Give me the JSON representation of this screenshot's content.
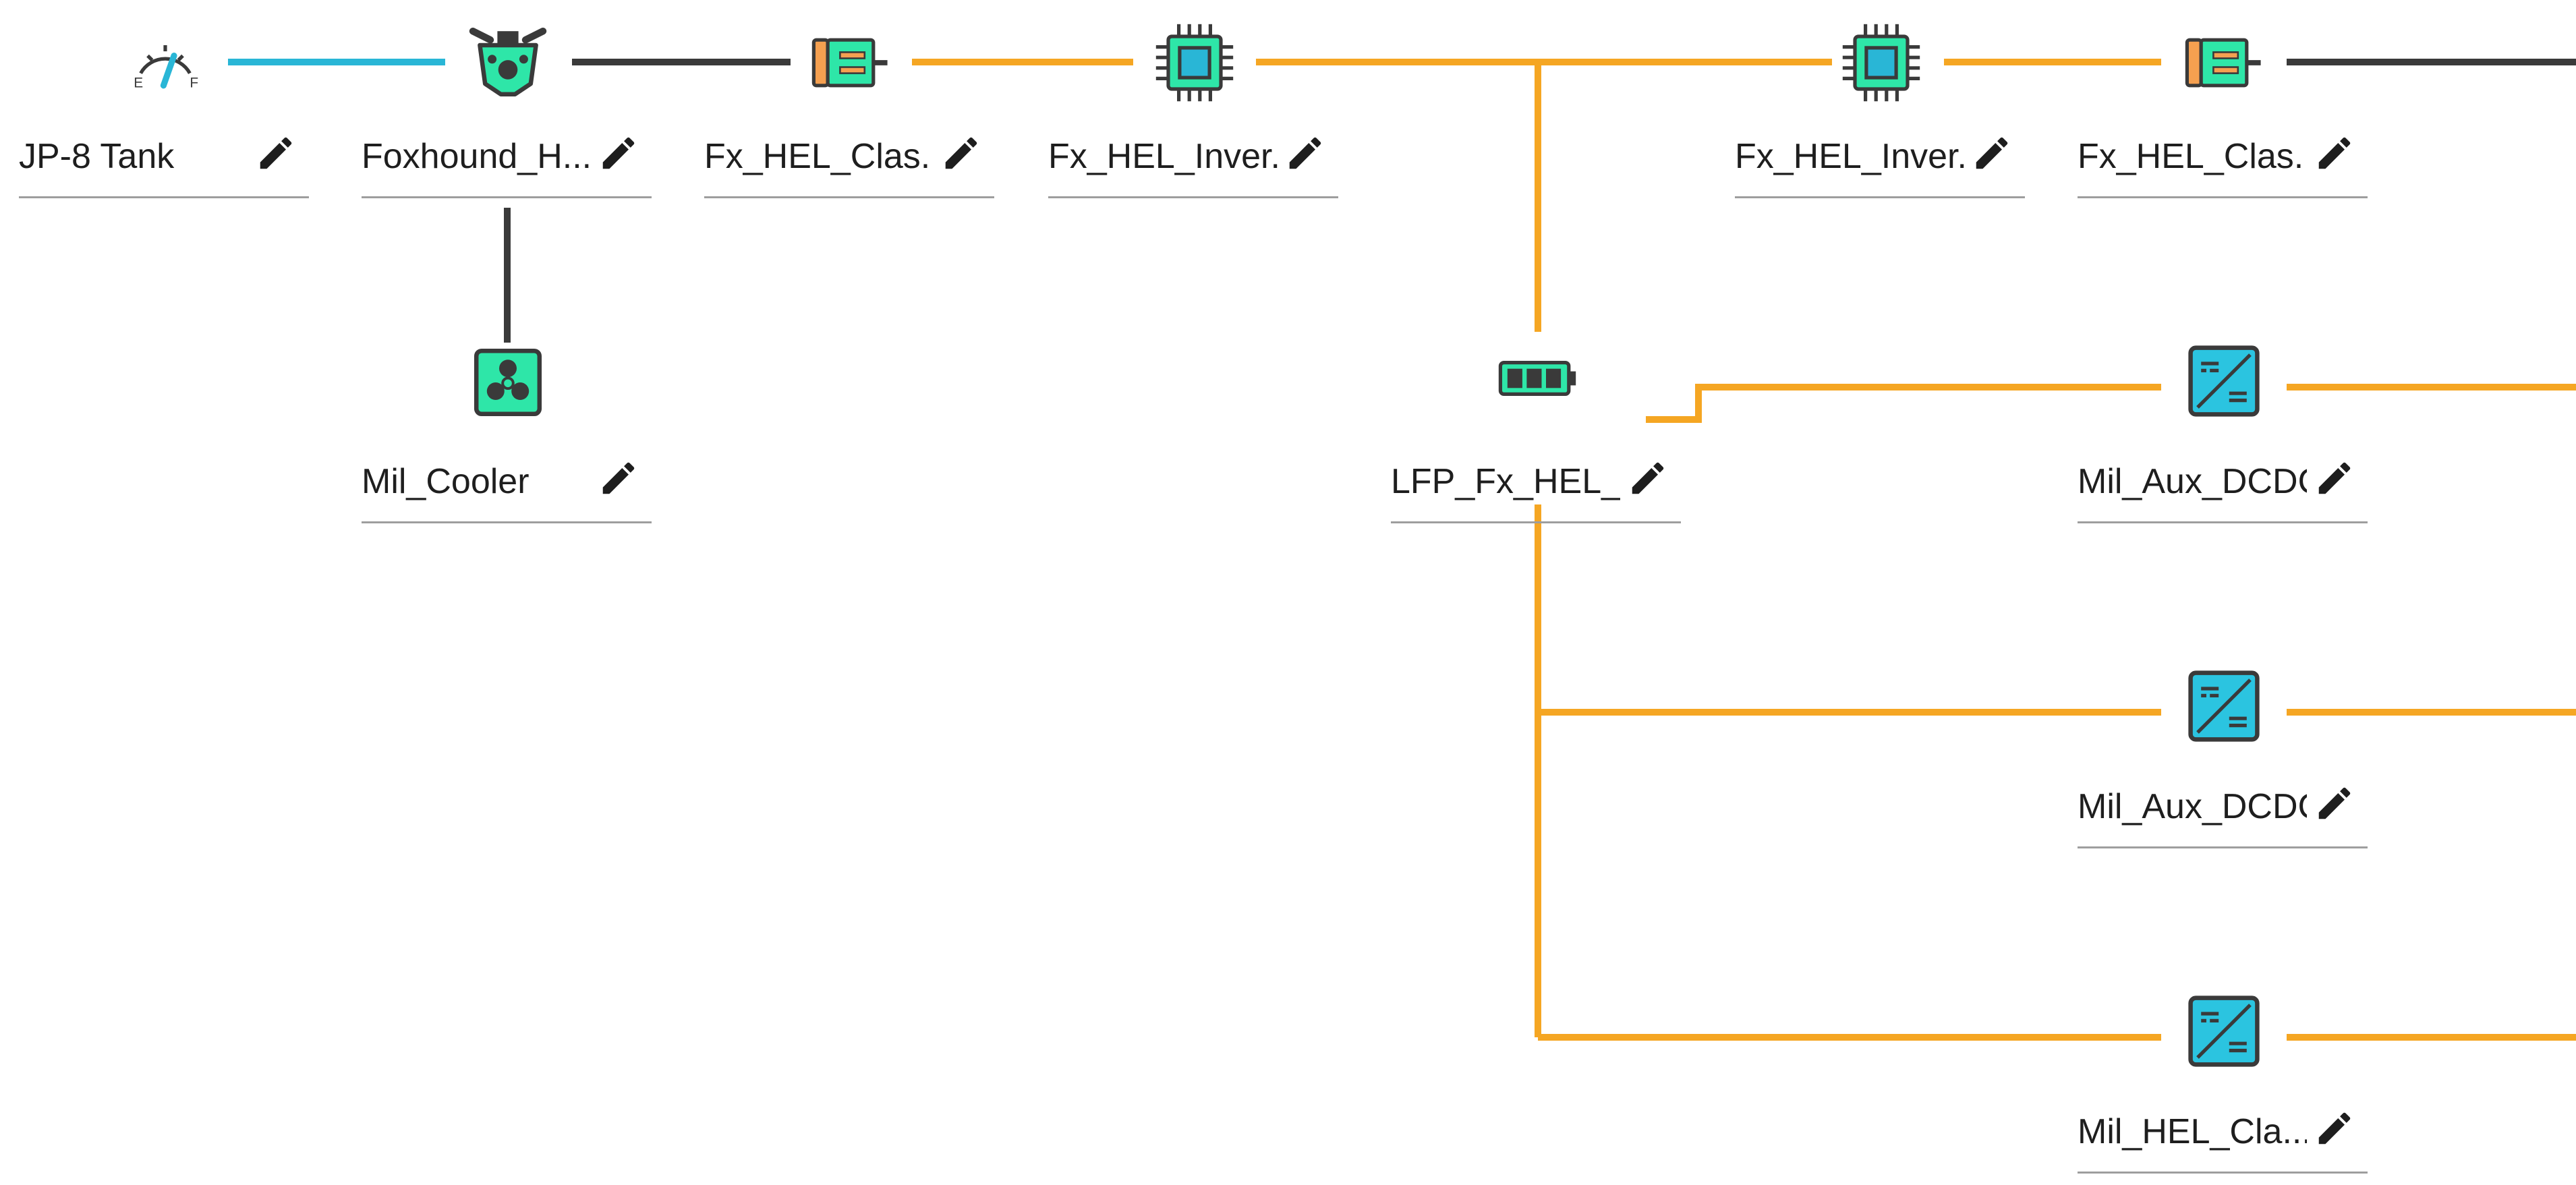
{
  "colors": {
    "fuel_link": "#29b6d6",
    "mechanical_link": "#3a3a3a",
    "electrical_link": "#f5a623",
    "component_fill": "#2ee6a8",
    "chip_core": "#29b6d6",
    "converter_fill": "#2bc4e0",
    "motor_orange": "#f5a050"
  },
  "nodes": [
    {
      "id": "tank",
      "label": "JP-8 Tank",
      "icon": "fuel-gauge-icon"
    },
    {
      "id": "engine",
      "label": "Foxhound_H...",
      "icon": "engine-icon"
    },
    {
      "id": "motor1",
      "label": "Fx_HEL_Clas...",
      "icon": "motor-icon"
    },
    {
      "id": "inverter1",
      "label": "Fx_HEL_Inver...",
      "icon": "inverter-chip-icon"
    },
    {
      "id": "inverter2",
      "label": "Fx_HEL_Inver...",
      "icon": "inverter-chip-icon"
    },
    {
      "id": "motor2",
      "label": "Fx_HEL_Clas...",
      "icon": "motor-icon"
    },
    {
      "id": "cooler",
      "label": "Mil_Cooler",
      "icon": "fan-icon"
    },
    {
      "id": "battery",
      "label": "LFP_Fx_HEL_...",
      "icon": "battery-icon"
    },
    {
      "id": "dcdc1",
      "label": "Mil_Aux_DCDC",
      "icon": "dcdc-converter-icon"
    },
    {
      "id": "dcdc2",
      "label": "Mil_Aux_DCDC",
      "icon": "dcdc-converter-icon"
    },
    {
      "id": "dcdc3",
      "label": "Mil_HEL_Cla...",
      "icon": "dcdc-converter-icon"
    }
  ],
  "edit_icon": "pencil-icon"
}
